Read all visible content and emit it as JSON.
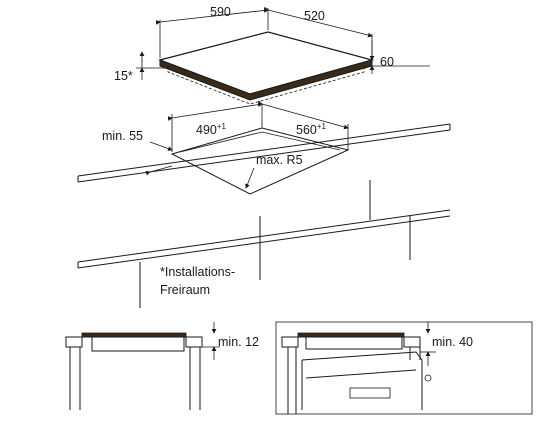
{
  "labels": {
    "width_top": "590",
    "depth_top": "520",
    "height": "60",
    "clearance_side": "15*",
    "min_front": "min. 55",
    "cutout_w": "490",
    "cutout_w_tol": "+1",
    "cutout_d": "560",
    "cutout_d_tol": "+1",
    "radius": "max. R5",
    "note_line1": "*Installations-",
    "note_line2": "Freiraum",
    "min_left": "min. 12",
    "min_right": "min. 40"
  },
  "colors": {
    "line": "#1a1a1a",
    "hob_edge": "#3a2a1a",
    "panel_grey": "#d8d8d8"
  }
}
